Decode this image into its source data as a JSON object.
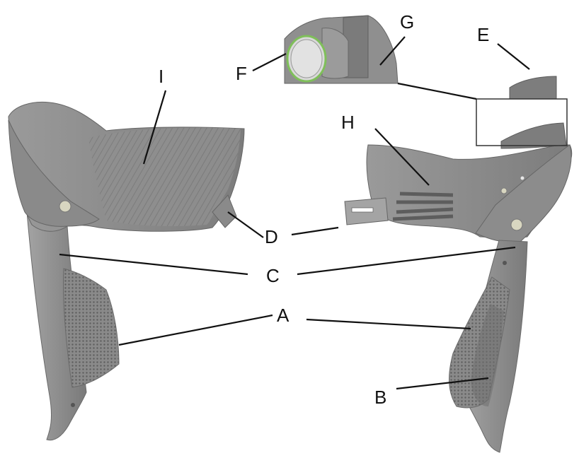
{
  "diagram": {
    "labels": {
      "A": "A",
      "B": "B",
      "C": "C",
      "D": "D",
      "E": "E",
      "F": "F",
      "G": "G",
      "H": "H",
      "I": "I"
    },
    "colors": {
      "body": "#8e8e8e",
      "body_dark": "#6f6f6f",
      "body_light": "#b4b4b4",
      "grip_texture": "#5e5e5e",
      "leader": "#111111",
      "bolt": "#d8d6c0",
      "lens": "#d9d9d9",
      "lens_ring": "#7fbf5a"
    }
  }
}
